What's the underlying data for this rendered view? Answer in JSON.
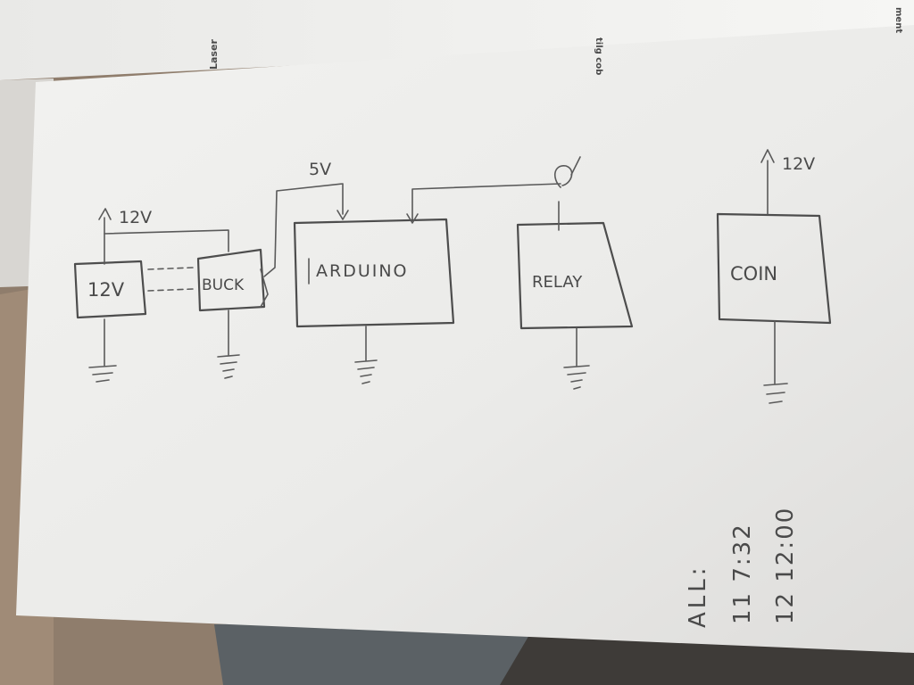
{
  "diagram": {
    "blocks": {
      "psu": "12V",
      "buck": "BUCK",
      "arduino": "ARDUINO",
      "relay": "RELAY",
      "coin": "COIN"
    },
    "supply_labels": {
      "psu_top": "12V",
      "arduino_top": "5V",
      "coin_top": "12V"
    },
    "notes": {
      "header": "ALL:",
      "line1": "11  7:32",
      "line2": "12  12:00"
    }
  },
  "page_fragments": {
    "fragment1": "Laser",
    "fragment2": "tilg cob",
    "fragment3": "ment"
  },
  "colors": {
    "paper": "#eeeeec",
    "pencil": "#4d4d4d",
    "background": "#8f7d6c"
  }
}
